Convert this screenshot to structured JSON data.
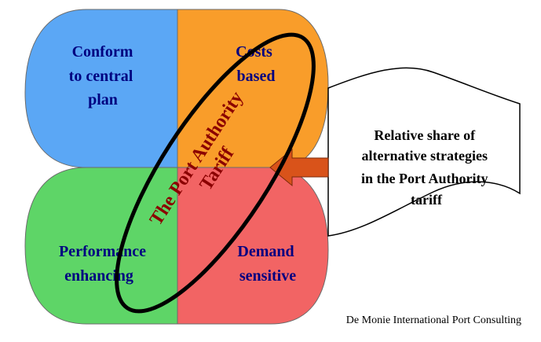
{
  "quadrants": [
    {
      "id": "top-left",
      "lines": [
        "Conform",
        "to central",
        "plan"
      ],
      "color": "#5ba7f5"
    },
    {
      "id": "top-right",
      "lines": [
        "Costs",
        "based"
      ],
      "color": "#f99d2a"
    },
    {
      "id": "bottom-left",
      "lines": [
        "Performance",
        "enhancing"
      ],
      "color": "#5ed567"
    },
    {
      "id": "bottom-right",
      "lines": [
        "Demand",
        "sensitive"
      ],
      "color": "#f26464"
    }
  ],
  "ellipse_label": [
    "The Port Authority",
    "Tariff"
  ],
  "callout": {
    "lines": [
      "Relative share of",
      "alternative strategies",
      "in the Port Authority",
      "tariff"
    ],
    "arrow_color": "#d9531a"
  },
  "credit": "De Monie International Port Consulting"
}
